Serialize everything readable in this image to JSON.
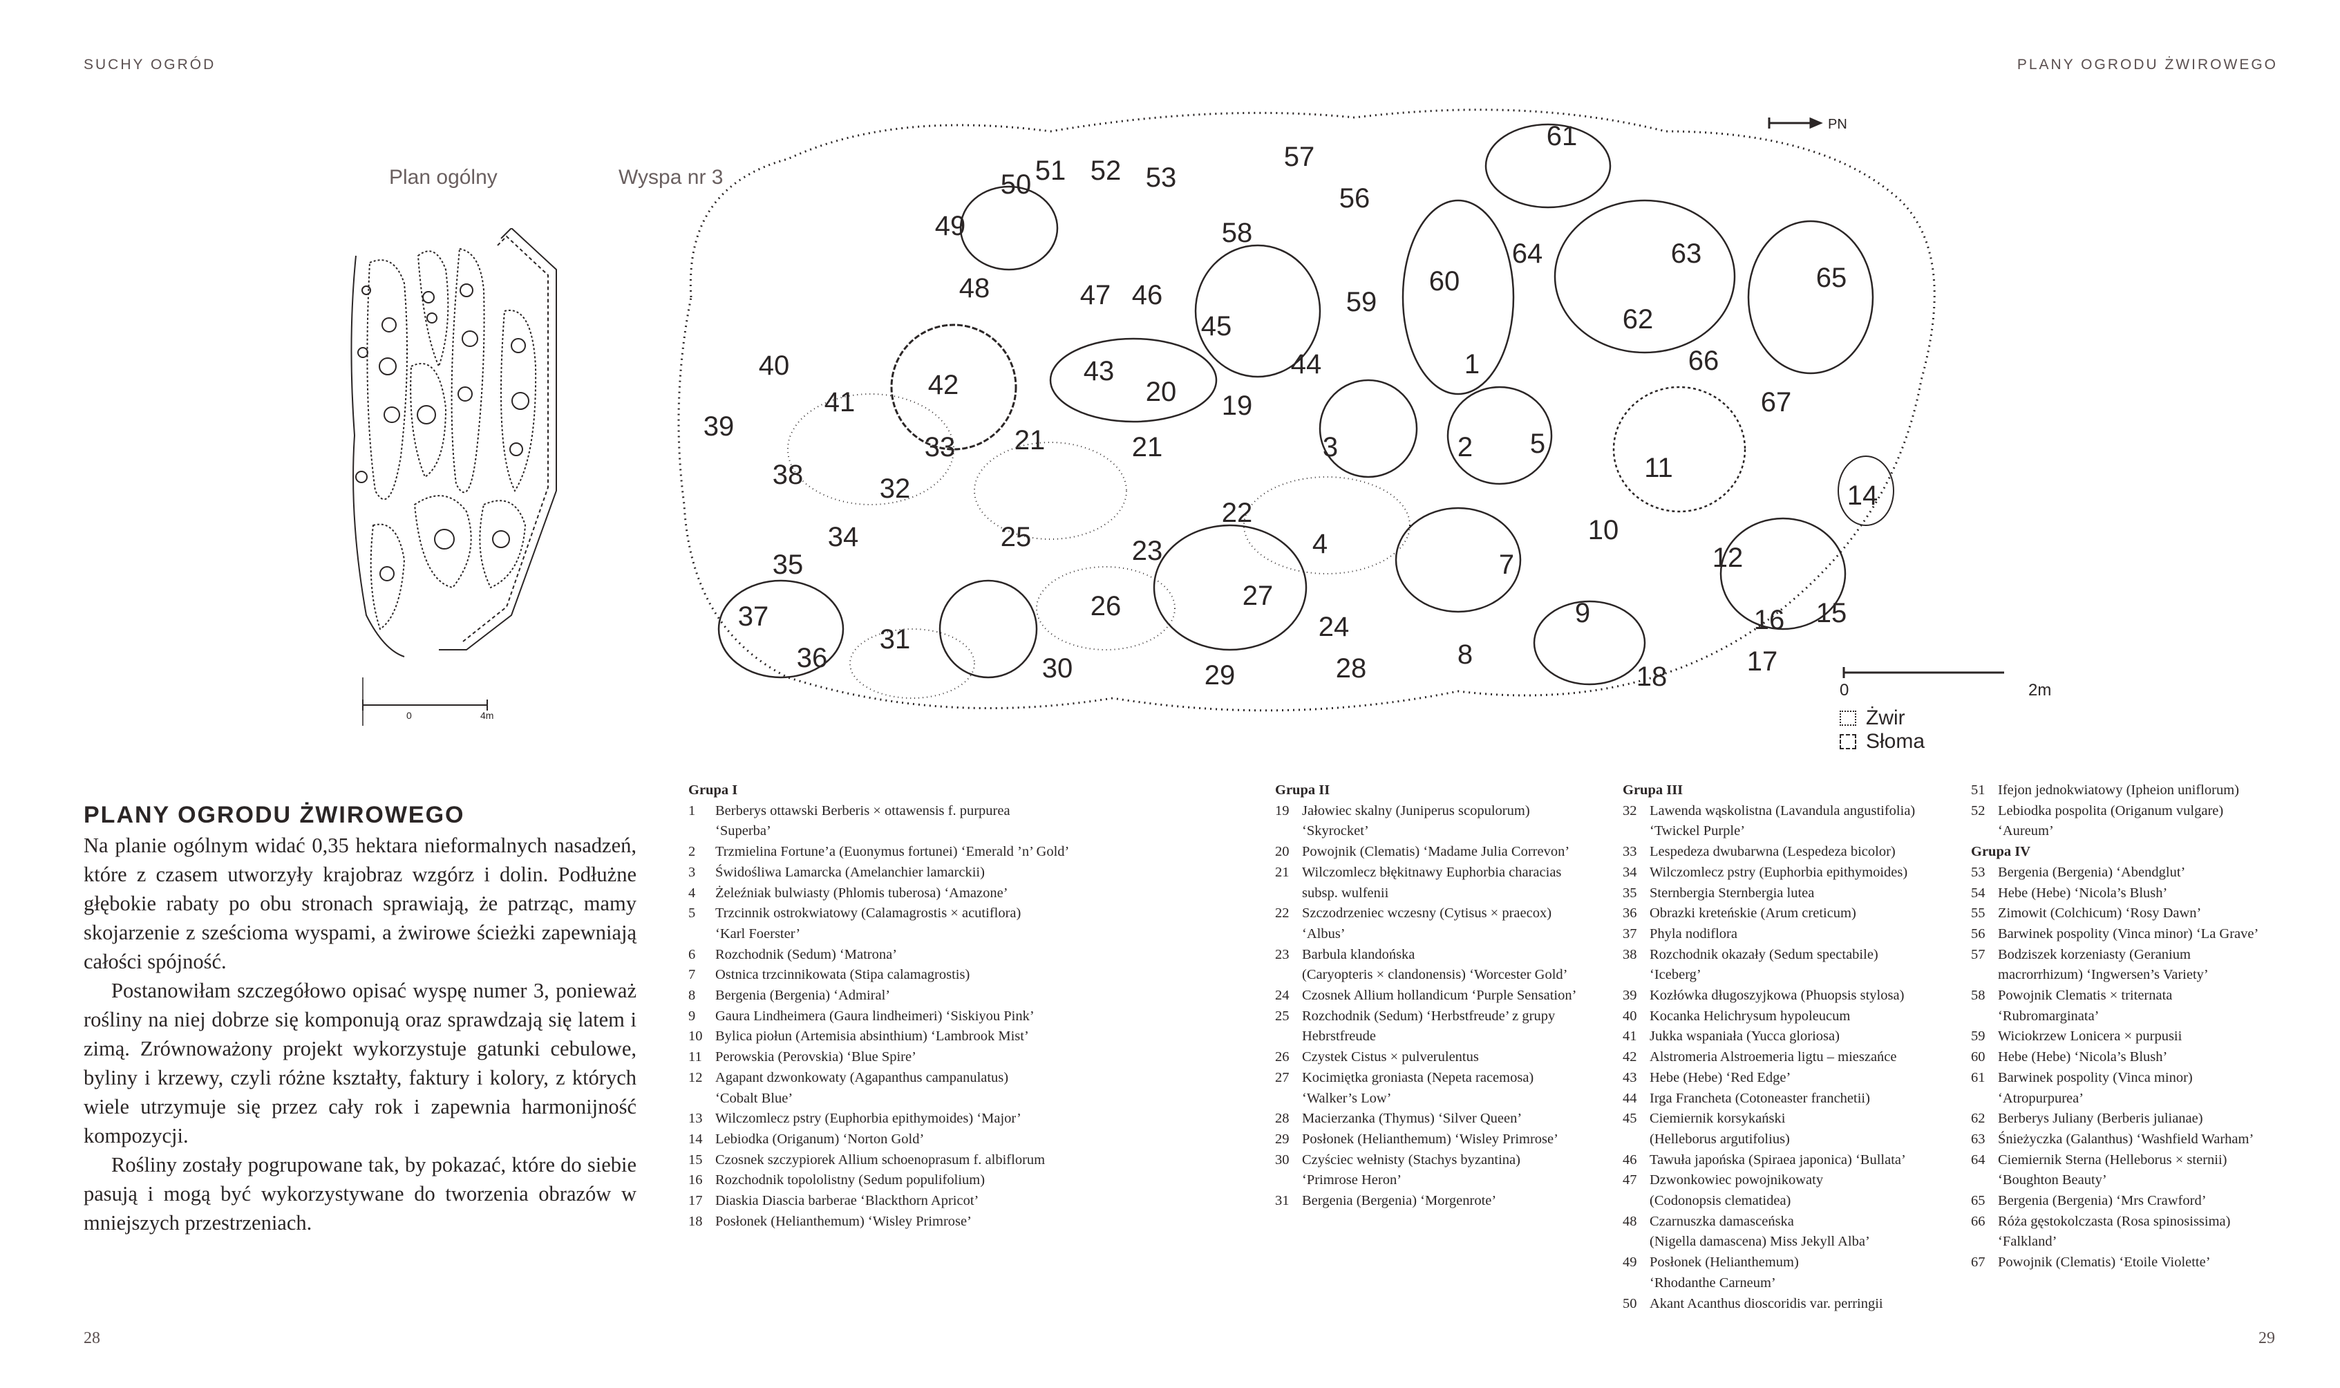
{
  "header": {
    "left": "SUCHY OGRÓD",
    "right": "PLANY OGRODU ŻWIROWEGO"
  },
  "folio": {
    "left": "28",
    "right": "29"
  },
  "plans": {
    "general_title": "Plan ogólny",
    "island_title": "Wyspa nr 3",
    "north_label": "PN",
    "general_scale": [
      "0",
      "4m"
    ],
    "island_scale": [
      "0",
      "2m"
    ],
    "legend": [
      "Żwir",
      "Słoma"
    ],
    "numbers": [
      "1",
      "2",
      "3",
      "4",
      "5",
      "7",
      "8",
      "9",
      "10",
      "11",
      "12",
      "14",
      "15",
      "16",
      "17",
      "18",
      "19",
      "20",
      "21",
      "21",
      "22",
      "23",
      "24",
      "25",
      "26",
      "27",
      "28",
      "29",
      "30",
      "31",
      "32",
      "33",
      "34",
      "35",
      "36",
      "37",
      "38",
      "39",
      "40",
      "41",
      "42",
      "43",
      "44",
      "45",
      "46",
      "47",
      "48",
      "49",
      "50",
      "51",
      "52",
      "53",
      "56",
      "57",
      "58",
      "59",
      "60",
      "61",
      "62",
      "63",
      "64",
      "65",
      "66",
      "67"
    ]
  },
  "article": {
    "heading": "PLANY OGRODU ŻWIROWEGO",
    "paragraphs": [
      "Na planie ogólnym widać 0,35 hektara nieformalnych nasadzeń, które z czasem utworzyły krajobraz wzgórz i dolin. Podłużne głębokie rabaty po obu stronach sprawiają, że patrząc, mamy skojarzenie z sześcioma wyspami, a żwirowe ścieżki zapewniają całości spójność.",
      "Postanowiłam szczegółowo opisać wyspę numer 3, ponieważ rośliny na niej dobrze się komponują oraz sprawdzają się latem i zimą. Zrównoważony projekt wykorzystuje gatunki cebulowe, byliny i krzewy, czyli różne kształty, faktury i kolory, z których wiele utrzymuje się przez cały rok i zapewnia harmonijność kompozycji.",
      "Rośliny zostały pogrupowane tak, by pokazać, które do siebie pasują i mogą być wykorzystywane do tworzenia obrazów w mniejszych przestrzeniach."
    ]
  },
  "lists": [
    [
      {
        "g": "Grupa I"
      },
      {
        "n": "1",
        "t": "Berberys ottawski Berberis × ottawensis f. purpurea",
        "c": "‘Superba’"
      },
      {
        "n": "2",
        "t": "Trzmielina Fortune’a (Euonymus fortunei) ‘Emerald ’n’ Gold’"
      },
      {
        "n": "3",
        "t": "Świdośliwa Lamarcka (Amelanchier lamarckii)"
      },
      {
        "n": "4",
        "t": "Żeleźniak bulwiasty (Phlomis tuberosa) ‘Amazone’"
      },
      {
        "n": "5",
        "t": "Trzcinnik ostrokwiatowy (Calamagrostis × acutiflora)",
        "c": "‘Karl Foerster’"
      },
      {
        "n": "6",
        "t": "Rozchodnik (Sedum) ‘Matrona’"
      },
      {
        "n": "7",
        "t": "Ostnica trzcinnikowata (Stipa calamagrostis)"
      },
      {
        "n": "8",
        "t": "Bergenia (Bergenia) ‘Admiral’"
      },
      {
        "n": "9",
        "t": "Gaura Lindheimera (Gaura lindheimeri) ‘Siskiyou Pink’"
      },
      {
        "n": "10",
        "t": "Bylica piołun (Artemisia absinthium) ‘Lambrook Mist’"
      },
      {
        "n": "11",
        "t": "Perowskia (Perovskia) ‘Blue Spire’"
      },
      {
        "n": "12",
        "t": "Agapant dzwonkowaty (Agapanthus campanulatus)",
        "c": "‘Cobalt Blue’"
      },
      {
        "n": "13",
        "t": "Wilczomlecz pstry (Euphorbia epithymoides) ‘Major’"
      },
      {
        "n": "14",
        "t": "Lebiodka (Origanum) ‘Norton Gold’"
      },
      {
        "n": "15",
        "t": "Czosnek szczypiorek Allium schoenoprasum f. albiflorum"
      },
      {
        "n": "16",
        "t": "Rozchodnik topololistny (Sedum populifolium)"
      },
      {
        "n": "17",
        "t": "Diaskia Diascia barberae ‘Blackthorn Apricot’"
      },
      {
        "n": "18",
        "t": "Posłonek (Helianthemum) ‘Wisley Primrose’"
      }
    ],
    [
      {
        "g": "Grupa II"
      },
      {
        "n": "19",
        "t": "Jałowiec skalny (Juniperus scopulorum)",
        "c": "‘Skyrocket’"
      },
      {
        "n": "20",
        "t": "Powojnik (Clematis) ‘Madame Julia Correvon’"
      },
      {
        "n": "21",
        "t": "Wilczomlecz błękitnawy Euphorbia characias",
        "c": "subsp. wulfenii"
      },
      {
        "n": "22",
        "t": "Szczodrzeniec wczesny (Cytisus × praecox)",
        "c": "‘Albus’"
      },
      {
        "n": "23",
        "t": "Barbula klandońska",
        "c": "(Caryopteris × clandonensis) ‘Worcester Gold’"
      },
      {
        "n": "24",
        "t": "Czosnek Allium hollandicum ‘Purple Sensation’"
      },
      {
        "n": "25",
        "t": "Rozchodnik (Sedum) ‘Herbstfreude’ z grupy",
        "c": "Hebrstfreude"
      },
      {
        "n": "26",
        "t": "Czystek Cistus × pulverulentus"
      },
      {
        "n": "27",
        "t": "Kocimiętka groniasta (Nepeta racemosa)",
        "c": "‘Walker’s Low’"
      },
      {
        "n": "28",
        "t": "Macierzanka (Thymus) ‘Silver Queen’"
      },
      {
        "n": "29",
        "t": "Posłonek (Helianthemum) ‘Wisley Primrose’"
      },
      {
        "n": "30",
        "t": "Czyściec wełnisty (Stachys byzantina)",
        "c": "‘Primrose Heron’"
      },
      {
        "n": "31",
        "t": "Bergenia (Bergenia) ‘Morgenrote’"
      }
    ],
    [
      {
        "g": "Grupa III"
      },
      {
        "n": "32",
        "t": "Lawenda wąskolistna (Lavandula angustifolia)",
        "c": "‘Twickel Purple’"
      },
      {
        "n": "33",
        "t": "Lespedeza dwubarwna (Lespedeza bicolor)"
      },
      {
        "n": "34",
        "t": "Wilczomlecz pstry (Euphorbia epithymoides)"
      },
      {
        "n": "35",
        "t": "Sternbergia Sternbergia lutea"
      },
      {
        "n": "36",
        "t": "Obrazki kreteńskie (Arum creticum)"
      },
      {
        "n": "37",
        "t": "Phyla nodiflora"
      },
      {
        "n": "38",
        "t": "Rozchodnik okazały (Sedum spectabile)",
        "c": "‘Iceberg’"
      },
      {
        "n": "39",
        "t": "Kozłówka długoszyjkowa (Phuopsis stylosa)"
      },
      {
        "n": "40",
        "t": "Kocanka Helichrysum hypoleucum"
      },
      {
        "n": "41",
        "t": "Jukka wspaniała (Yucca gloriosa)"
      },
      {
        "n": "42",
        "t": "Alstromeria Alstroemeria ligtu – mieszańce"
      },
      {
        "n": "43",
        "t": "Hebe (Hebe) ‘Red Edge’"
      },
      {
        "n": "44",
        "t": "Irga Francheta (Cotoneaster franchetii)"
      },
      {
        "n": "45",
        "t": "Ciemiernik korsykański",
        "c": "(Helleborus argutifolius)"
      },
      {
        "n": "46",
        "t": "Tawuła japońska (Spiraea japonica) ‘Bullata’"
      },
      {
        "n": "47",
        "t": "Dzwonkowiec powojnikowaty",
        "c": "(Codonopsis clematidea)"
      },
      {
        "n": "48",
        "t": "Czarnuszka damasceńska",
        "c": "(Nigella damascena) Miss Jekyll Alba’"
      },
      {
        "n": "49",
        "t": "Posłonek (Helianthemum)",
        "c": "‘Rhodanthe Carneum’"
      },
      {
        "n": "50",
        "t": "Akant Acanthus dioscoridis var. perringii"
      }
    ],
    [
      {
        "n": "51",
        "t": "Ifejon jednokwiatowy (Ipheion uniflorum)"
      },
      {
        "n": "52",
        "t": "Lebiodka pospolita (Origanum vulgare)",
        "c": "‘Aureum’"
      },
      {
        "g": "Grupa IV"
      },
      {
        "n": "53",
        "t": "Bergenia (Bergenia) ‘Abendglut’"
      },
      {
        "n": "54",
        "t": "Hebe (Hebe) ‘Nicola’s Blush’"
      },
      {
        "n": "55",
        "t": "Zimowit (Colchicum) ‘Rosy Dawn’"
      },
      {
        "n": "56",
        "t": "Barwinek pospolity (Vinca minor) ‘La Grave’"
      },
      {
        "n": "57",
        "t": "Bodziszek korzeniasty (Geranium",
        "c": "macrorrhizum) ‘Ingwersen’s Variety’"
      },
      {
        "n": "58",
        "t": "Powojnik Clematis × triternata",
        "c": "‘Rubromarginata’"
      },
      {
        "n": "59",
        "t": "Wiciokrzew Lonicera × purpusii"
      },
      {
        "n": "60",
        "t": "Hebe (Hebe) ‘Nicola’s Blush’"
      },
      {
        "n": "61",
        "t": "Barwinek pospolity (Vinca minor)",
        "c": "‘Atropurpurea’"
      },
      {
        "n": "62",
        "t": "Berberys Juliany (Berberis julianae)"
      },
      {
        "n": "63",
        "t": "Śnieżyczka (Galanthus) ‘Washfield Warham’"
      },
      {
        "n": "64",
        "t": "Ciemiernik Sterna (Helleborus × sternii)",
        "c": "‘Boughton Beauty’"
      },
      {
        "n": "65",
        "t": "Bergenia (Bergenia) ‘Mrs Crawford’"
      },
      {
        "n": "66",
        "t": "Róża gęstokolczasta (Rosa spinosissima)",
        "c": "‘Falkland’"
      },
      {
        "n": "67",
        "t": "Powojnik (Clematis) ‘Etoile Violette’"
      }
    ]
  ]
}
